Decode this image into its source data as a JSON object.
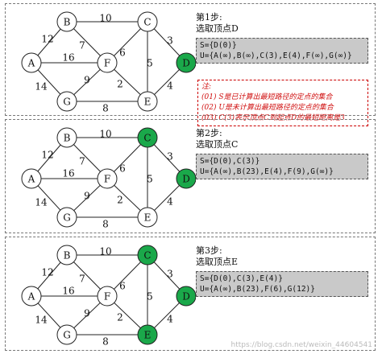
{
  "panels": [
    {
      "title": "第1步:",
      "subtitle": "选取顶点D",
      "s_line": "S={D(0)}",
      "u_line": "U={A(∞),B(∞),C(3),E(4),F(∞),G(∞)}",
      "green_nodes": [
        "D"
      ]
    },
    {
      "title": "第2步:",
      "subtitle": "选取顶点C",
      "s_line": "S={D(0),C(3)}",
      "u_line": "U={A(∞),B(23),E(4),F(9),G(∞)}",
      "green_nodes": [
        "C",
        "D"
      ]
    },
    {
      "title": "第3步:",
      "subtitle": "选取顶点E",
      "s_line": "S={D(0),C(3),E(4)}",
      "u_line": "U={A(∞),B(23),F(6),G(12)}",
      "green_nodes": [
        "C",
        "D",
        "E"
      ]
    }
  ],
  "note": {
    "heading": "注:",
    "lines": [
      "(01) S是已计算出最短路径的定点的集合",
      "(02) U是未计算出最短路径的定点的集合",
      "(03) C(3)表示顶点C到起点D的最短距离是3"
    ]
  },
  "graph": {
    "nodes": [
      "A",
      "B",
      "C",
      "D",
      "E",
      "F",
      "G"
    ],
    "edges": [
      {
        "from": "A",
        "to": "B",
        "weight": "12"
      },
      {
        "from": "A",
        "to": "F",
        "weight": "16"
      },
      {
        "from": "A",
        "to": "G",
        "weight": "14"
      },
      {
        "from": "B",
        "to": "C",
        "weight": "10"
      },
      {
        "from": "B",
        "to": "F",
        "weight": "7"
      },
      {
        "from": "C",
        "to": "F",
        "weight": "6"
      },
      {
        "from": "C",
        "to": "D",
        "weight": "3"
      },
      {
        "from": "C",
        "to": "E",
        "weight": "5"
      },
      {
        "from": "D",
        "to": "E",
        "weight": "4"
      },
      {
        "from": "F",
        "to": "G",
        "weight": "9"
      },
      {
        "from": "F",
        "to": "E",
        "weight": "2"
      },
      {
        "from": "G",
        "to": "E",
        "weight": "8"
      }
    ]
  },
  "colors": {
    "visited": "#1aa84a",
    "unvisited": "#ffffff",
    "stroke": "#222222"
  },
  "watermark": "https://blog.csdn.net/weixin_44604541"
}
